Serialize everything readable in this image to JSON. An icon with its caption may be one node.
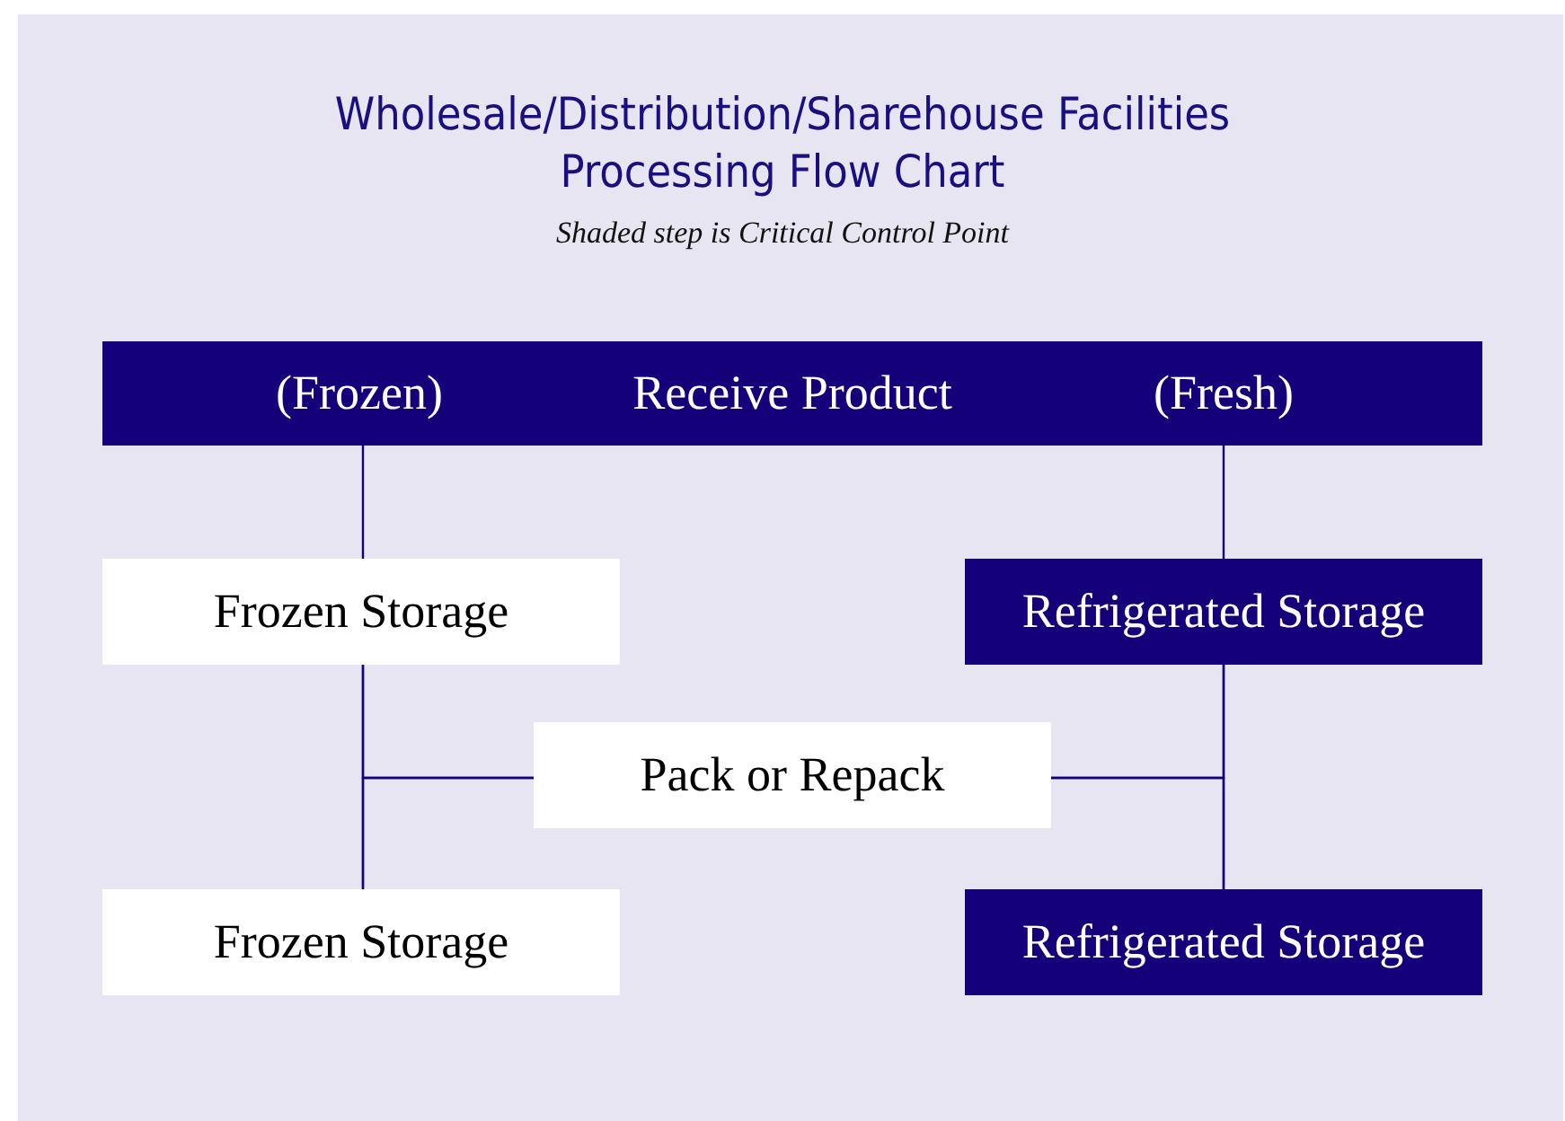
{
  "diagram": {
    "title": "Wholesale/Distribution/Sharehouse Facilities Processing Flow Chart",
    "nodes": [
      {
        "text": [
          "(Frozen)",
          "Receive Product",
          "(Fresh)"
        ]
      },
      {
        "text": [
          "Frozen Storage"
        ]
      },
      {
        "text": [
          "Refrigerated Storage"
        ]
      },
      {
        "text": [
          "Pack or Repack"
        ]
      },
      {
        "text": [
          "Frozen Storage"
        ]
      },
      {
        "text": [
          "Refrigerated Storage"
        ]
      }
    ],
    "edges": [
      {
        "from": 0,
        "to": 1,
        "arrow": "none"
      },
      {
        "from": 0,
        "to": 2,
        "arrow": "none"
      },
      {
        "from": 1,
        "to": 3,
        "arrow": "none"
      },
      {
        "from": 1,
        "to": 4,
        "arrow": "none"
      },
      {
        "from": 2,
        "to": 3,
        "arrow": "none"
      },
      {
        "from": 2,
        "to": 5,
        "arrow": "none"
      },
      {
        "from": 3,
        "to": 4,
        "arrow": "none"
      },
      {
        "from": 3,
        "to": 5,
        "arrow": "none"
      }
    ],
    "labels": [
      "Shaded step is Critical Control Point"
    ]
  }
}
